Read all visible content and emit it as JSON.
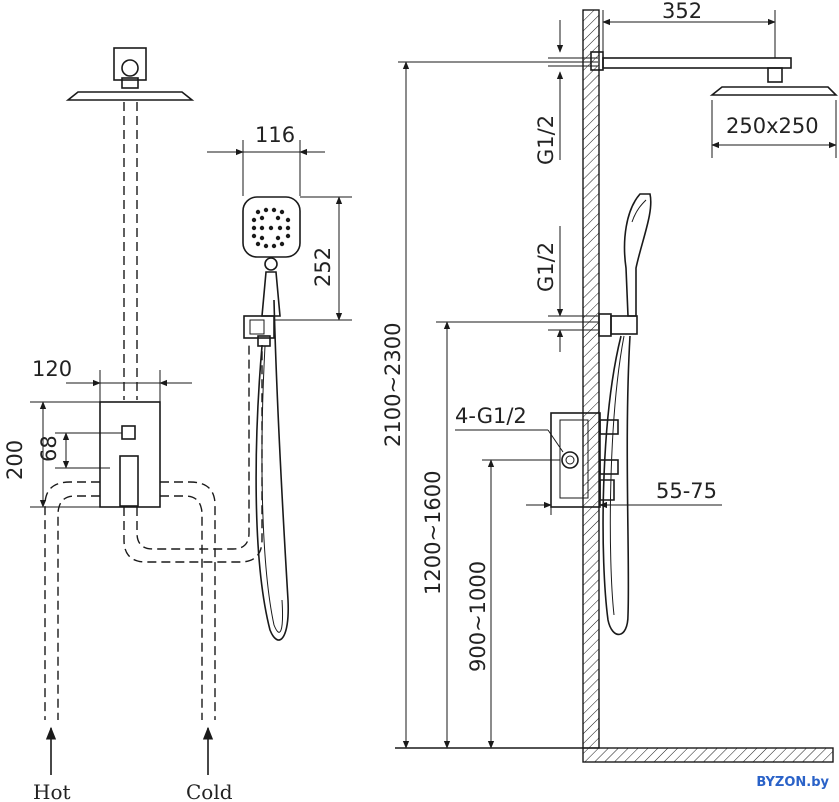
{
  "dimensions": {
    "arm_length": "352",
    "head_size": "250x250",
    "hand_width": "116",
    "hand_height": "252",
    "body_width": "120",
    "body_height": "200",
    "body_offset": "68",
    "total_height": "2100~2300",
    "outlet_height": "1200~1600",
    "mixer_height": "900~1000",
    "thread_top": "G1/2",
    "thread_mid": "G1/2",
    "thread_box": "4-G1/2",
    "wall_depth": "55-75"
  },
  "labels": {
    "hot": "Hot",
    "cold": "Cold"
  },
  "brand": "BYZON.by"
}
